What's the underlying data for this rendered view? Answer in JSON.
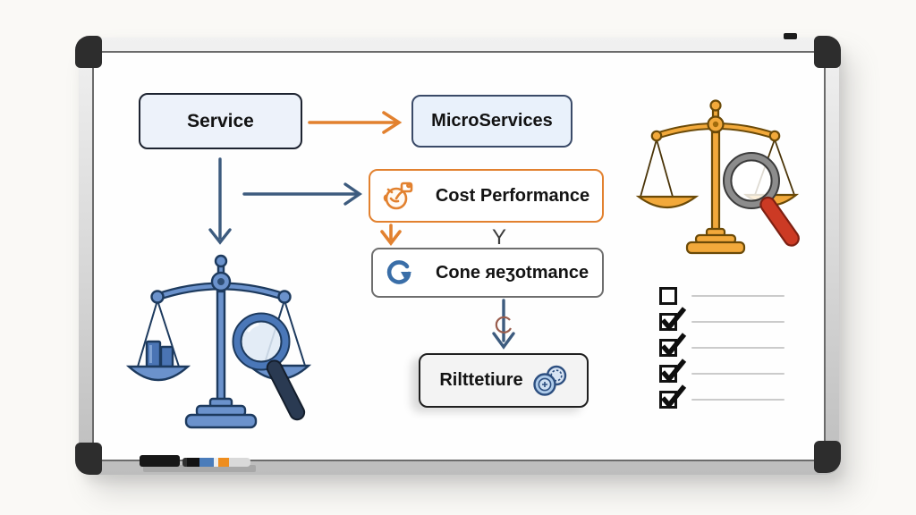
{
  "diagram": {
    "service": {
      "label": "Service"
    },
    "microservices": {
      "label": "MicroServices"
    },
    "cost_performance": {
      "label": "Cost Performance"
    },
    "cone_performance": {
      "label": "Cone яeʒotmance"
    },
    "rilttetiure": {
      "label": "Rilttetiure"
    },
    "branch_label": "Y"
  },
  "icons": {
    "cost_performance": "gauge-icon",
    "cone_performance": "rotate-icon",
    "rilttetiure": "coins-icon",
    "left_illustration": "blue-balance-scale-with-magnifier",
    "right_illustration": "gold-balance-scale-with-magnifier"
  },
  "checklist": {
    "items": [
      {
        "checked": false
      },
      {
        "checked": true
      },
      {
        "checked": true
      },
      {
        "checked": true
      },
      {
        "checked": true
      }
    ]
  },
  "colors": {
    "arrow_orange": "#e2812f",
    "arrow_blue": "#3d5b7e",
    "box_fill_blue": "#edf2fa",
    "cost_border_orange": "#e2812f",
    "scale_blue": "#6b92cc",
    "scale_gold": "#f2a93b",
    "magnifier_handle_navy": "#2a3a52",
    "magnifier_handle_red": "#cc3a24",
    "frame_silver": "#d6d6d6",
    "corner_black": "#2d2d2d"
  }
}
